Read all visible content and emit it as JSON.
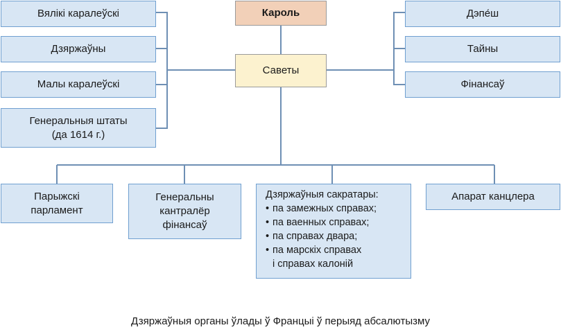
{
  "king": "Кароль",
  "council": "Саветы",
  "left_councils": [
    "Вялікі каралеўскі",
    "Дзяржаўны",
    "Малы каралеўскі",
    "Генеральныя штаты\n(да 1614 г.)"
  ],
  "right_councils": [
    "Дэпе́ш",
    "Тайны",
    "Фінансаў"
  ],
  "bottom": {
    "parliament": "Парыжскі\nпарламент",
    "controller": "Генеральны\nкантралёр\nфінансаў",
    "secretaries": {
      "title": "Дзяржаўныя сакратары:",
      "items": [
        "па замежных справах;",
        "па ваенных справах;",
        "па справах двара;",
        "па марскіх справах\nі справах калоній"
      ]
    },
    "chancellor": "Апарат канцлера"
  },
  "caption": "Дзяржаўныя органы ўлады ў Францыі ў перыяд абсалютызму",
  "colors": {
    "line": "#6e8fb4",
    "box_fill": "#d8e6f4",
    "king_fill": "#f2d0b8",
    "council_fill": "#fcf2cf"
  }
}
